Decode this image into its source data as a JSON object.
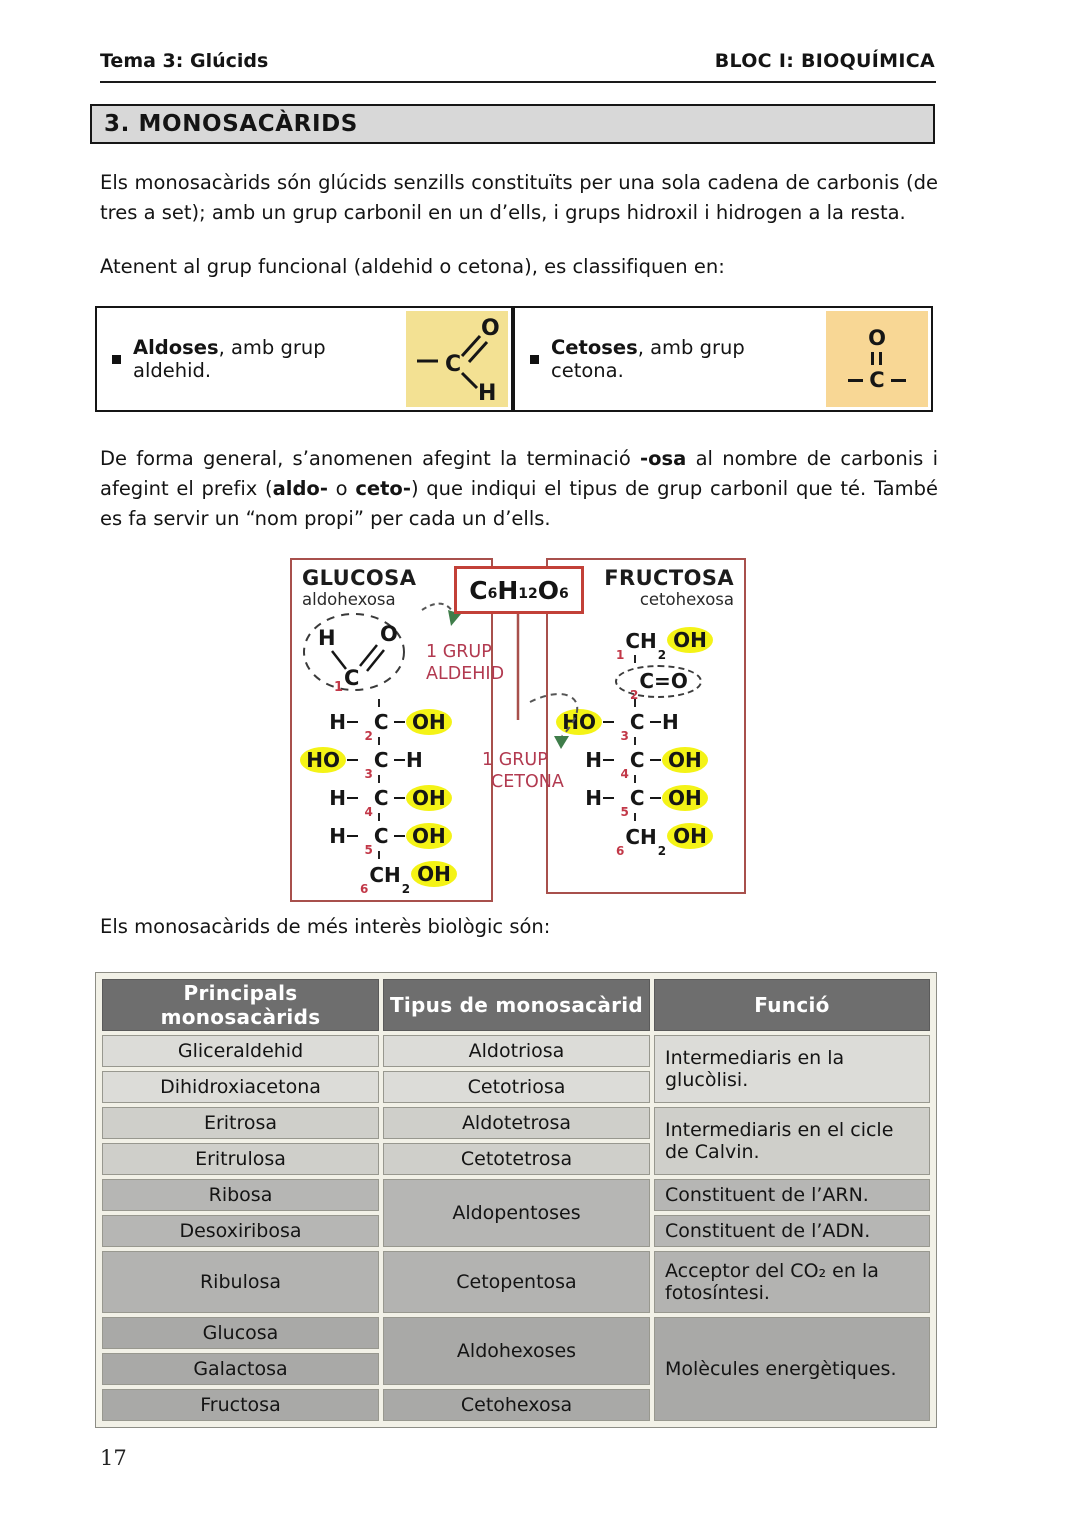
{
  "header": {
    "left": "Tema 3: Glúcids",
    "right": "BLOC I: BIOQUÍMICA"
  },
  "section_title": "3. MONOSACÀRIDS",
  "intro": {
    "p1": "Els monosacàrids són glúcids senzills constituïts per una sola cadena de carbonis (de tres a set); amb un grup carbonil en un d’ells, i grups hidroxil i hidrogen a la resta.",
    "p2": "Atenent al grup funcional (aldehid o cetona), es classifiquen en:"
  },
  "classification": {
    "aldoses": {
      "term": "Aldoses",
      "desc": ", amb grup aldehid.",
      "structure": {
        "c": "C",
        "o": "O",
        "h": "H"
      }
    },
    "cetoses": {
      "term": "Cetoses",
      "desc": ", amb grup cetona.",
      "structure": {
        "o": "O",
        "c": "C"
      }
    }
  },
  "naming": {
    "part1": "De forma general, s’anomenen afegint la terminació ",
    "bold1": "-osa",
    "part2": " al nombre de carbonis i afegint el prefix (",
    "bold2": "aldo-",
    "part3": " o ",
    "bold3": "ceto-",
    "part4": ") que indiqui el tipus de grup carbonil que té.  També es fa servir un “nom propi” per cada un d’ells."
  },
  "diagram": {
    "formula": {
      "c": "C",
      "c6": "6",
      "h": "H",
      "h12": "12",
      "o": "O",
      "o6": "6"
    },
    "glucosa": {
      "name": "GLUCOSA",
      "type": "aldohexosa",
      "aldehyde": {
        "h": "H",
        "o": "O",
        "c": "C",
        "num": "1"
      },
      "label_line1": "1 GRUP",
      "label_line2": "ALDEHID",
      "rows": {
        "r2": {
          "left": "H",
          "num": "2",
          "c": "C",
          "right": "OH"
        },
        "r3": {
          "left": "HO",
          "num": "3",
          "c": "C",
          "right": "H"
        },
        "r4": {
          "left": "H",
          "num": "4",
          "c": "C",
          "right": "OH"
        },
        "r5": {
          "left": "H",
          "num": "5",
          "c": "C",
          "right": "OH"
        },
        "r6": {
          "num": "6",
          "ch": "CH",
          "sub": "2",
          "oh": "OH"
        }
      }
    },
    "fructosa": {
      "name": "FRUCTOSA",
      "type": "cetohexosa",
      "label_line1": "1 GRUP",
      "label_line2": "CETONA",
      "rows": {
        "r1": {
          "num": "1",
          "ch": "CH",
          "sub": "2",
          "oh": "OH"
        },
        "r2": {
          "num": "2",
          "c": "C",
          "eq": "=",
          "o": "O"
        },
        "r3": {
          "left": "HO",
          "num": "3",
          "c": "C",
          "right": "H"
        },
        "r4": {
          "left": "H",
          "num": "4",
          "c": "C",
          "right": "OH"
        },
        "r5": {
          "left": "H",
          "num": "5",
          "c": "C",
          "right": "OH"
        },
        "r6": {
          "num": "6",
          "ch": "CH",
          "sub": "2",
          "oh": "OH"
        }
      }
    }
  },
  "table_intro": "Els monosacàrids de més interès biològic són:",
  "table": {
    "headers": {
      "col1": "Principals monosacàrids",
      "col2": "Tipus de monosacàrid",
      "col3": "Funció"
    },
    "r1": {
      "c1": "Gliceraldehid",
      "c2": "Aldotriosa",
      "c3": "Intermediaris en la glucòlisi."
    },
    "r2": {
      "c1": "Dihidroxiacetona",
      "c2": "Cetotriosa"
    },
    "r3": {
      "c1": "Eritrosa",
      "c2": "Aldotetrosa",
      "c3": "Intermediaris en el cicle de Calvin."
    },
    "r4": {
      "c1": "Eritrulosa",
      "c2": "Cetotetrosa"
    },
    "r5": {
      "c1": "Ribosa",
      "c2": "Aldopentoses",
      "c3": "Constituent de l’ARN."
    },
    "r6": {
      "c1": "Desoxiribosa",
      "c3": "Constituent de l’ADN."
    },
    "r7": {
      "c1": "Ribulosa",
      "c2": "Cetopentosa",
      "c3": "Acceptor del CO₂ en la fotosíntesi."
    },
    "r8": {
      "c1": "Glucosa",
      "c2": "Aldohexoses",
      "c3": "Molècules energètiques."
    },
    "r9": {
      "c1": "Galactosa"
    },
    "r10": {
      "c1": "Fructosa",
      "c2": "Cetohexosa"
    }
  },
  "page_number": "17",
  "colors": {
    "aldose_panel": "#f3e193",
    "cetose_panel": "#f8d795",
    "highlight_yellow": "#f4f316",
    "molbox_border_red": "#a8504c",
    "formula_border_red": "#c24038",
    "diagram_label_red": "#b23a50",
    "carbon_number_red": "#c23848",
    "arrow_green": "#3f7d4a",
    "section_box_gray": "#d8d8d8",
    "table_header_gray": "#6e6e6e"
  }
}
